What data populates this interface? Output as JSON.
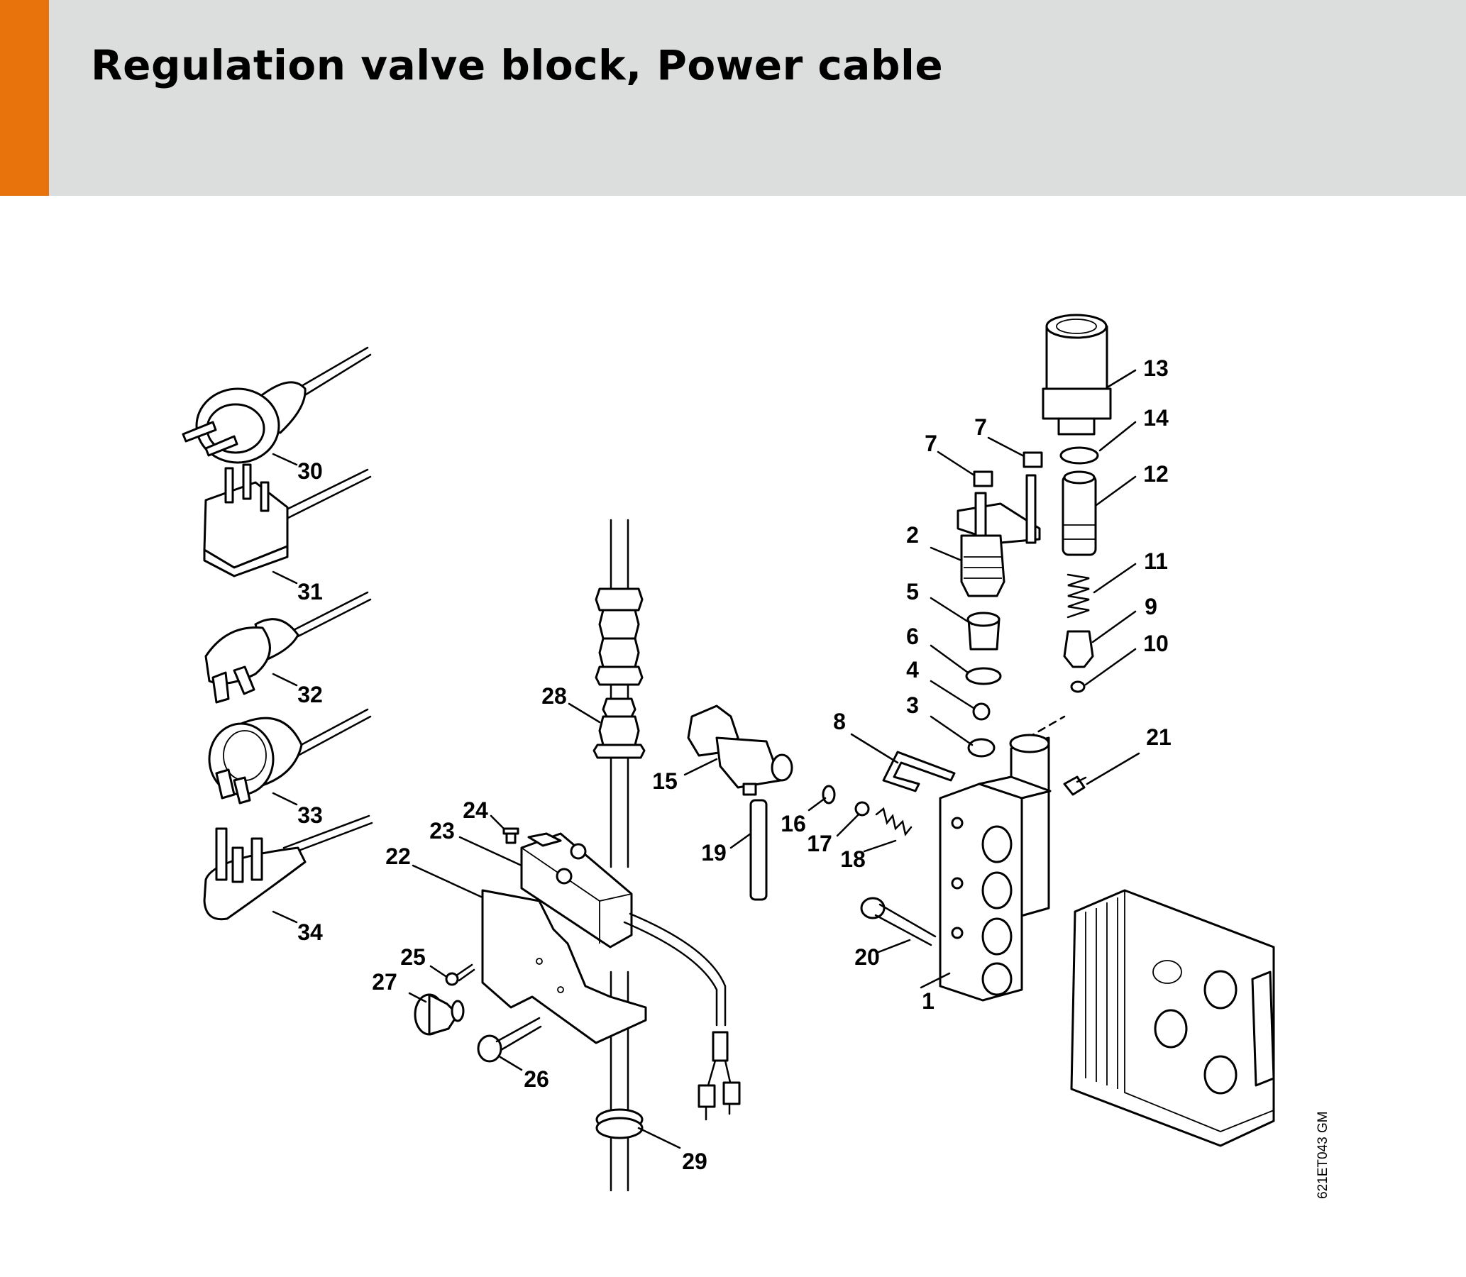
{
  "header": {
    "title": "Regulation valve block, Power cable",
    "accent_color": "#e8720c",
    "background_color": "#dcdddd"
  },
  "diagram": {
    "drawing_code": "621ET043 GM",
    "part_labels": {
      "p1": "1",
      "p2": "2",
      "p3": "3",
      "p4": "4",
      "p5": "5",
      "p6": "6",
      "p7a": "7",
      "p7b": "7",
      "p8": "8",
      "p9": "9",
      "p10": "10",
      "p11": "11",
      "p12": "12",
      "p13": "13",
      "p14": "14",
      "p15": "15",
      "p16": "16",
      "p17": "17",
      "p18": "18",
      "p19": "19",
      "p20": "20",
      "p21": "21",
      "p22": "22",
      "p23": "23",
      "p24": "24",
      "p25": "25",
      "p26": "26",
      "p27": "27",
      "p28": "28",
      "p29": "29",
      "p30": "30",
      "p31": "31",
      "p32": "32",
      "p33": "33",
      "p34": "34"
    }
  }
}
